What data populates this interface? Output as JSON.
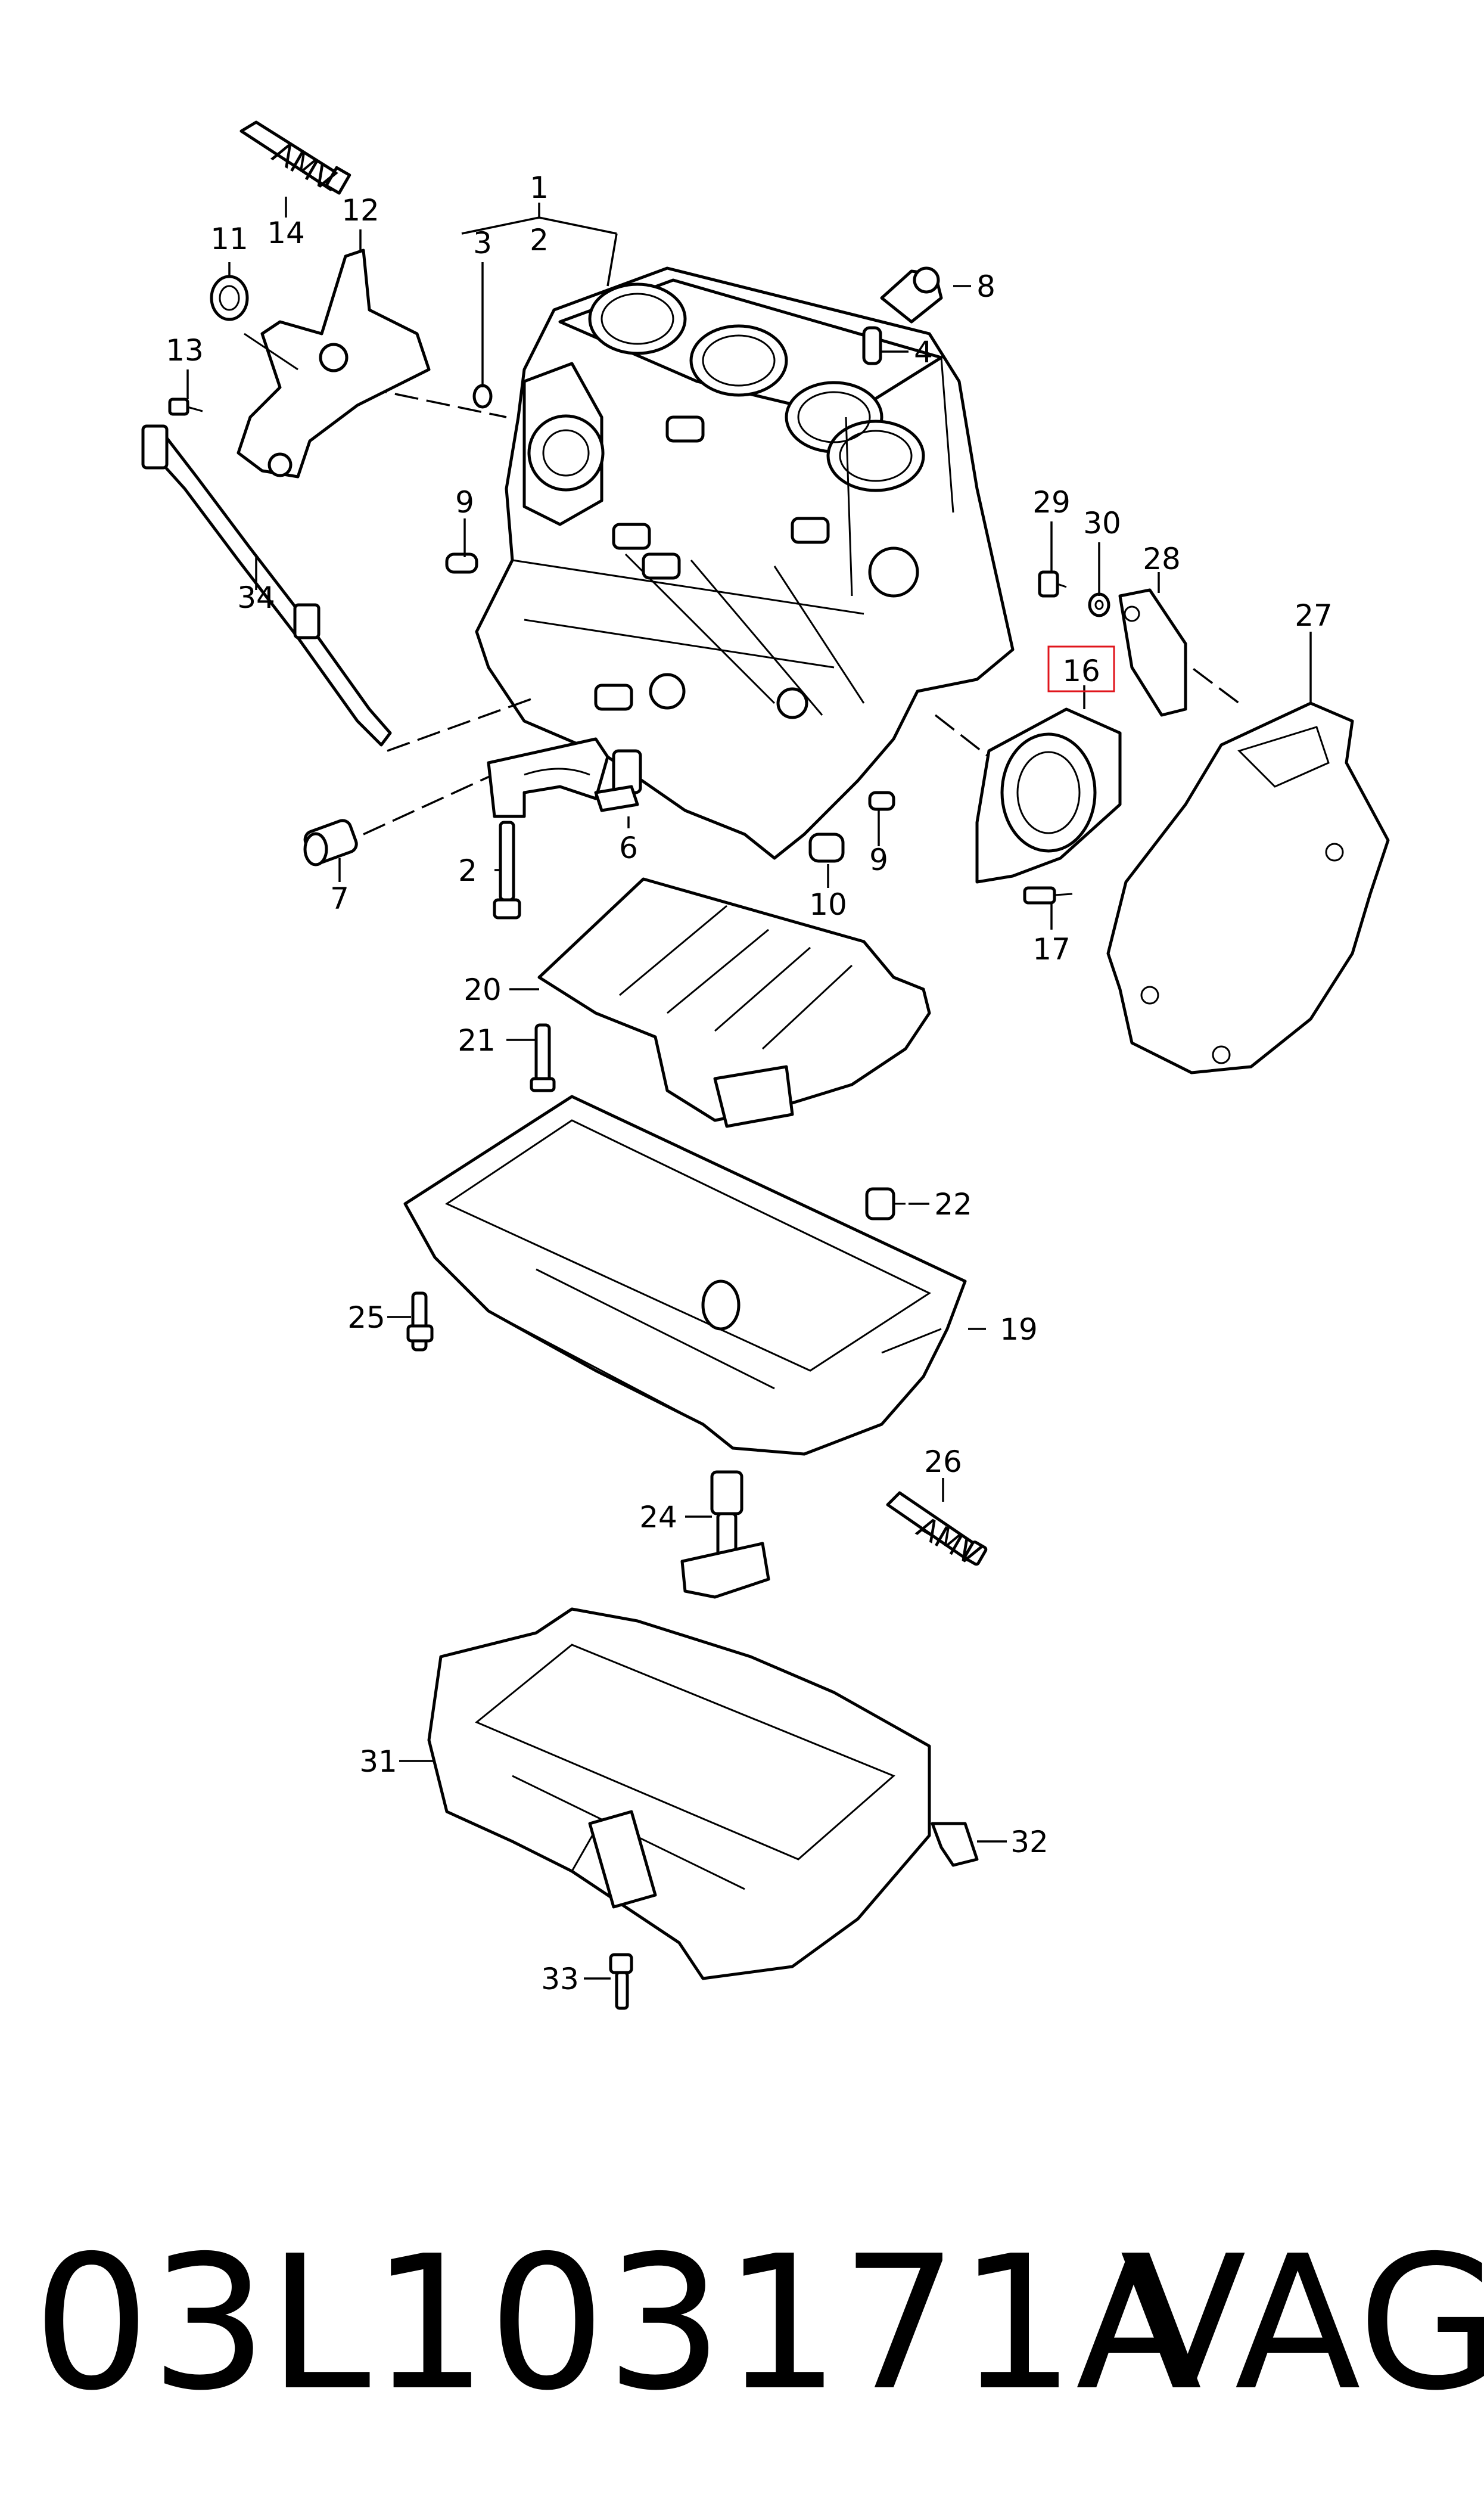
{
  "callouts": {
    "c1": "1",
    "c2": "2",
    "c2b": "2",
    "c3": "3",
    "c4": "4",
    "c6": "6",
    "c7": "7",
    "c8": "8",
    "c9a": "9",
    "c9b": "9",
    "c10": "10",
    "c11": "11",
    "c12": "12",
    "c13": "13",
    "c14": "14",
    "c16": "16",
    "c17": "17",
    "c19": "19",
    "c20": "20",
    "c21": "21",
    "c22": "22",
    "c24": "24",
    "c25": "25",
    "c26": "26",
    "c27": "27",
    "c28": "28",
    "c29": "29",
    "c30": "30",
    "c31": "31",
    "c32": "32",
    "c33": "33",
    "c34": "34"
  },
  "tube_label": "AMV",
  "highlight_color": "#e0151c",
  "footer": {
    "part_number": "03L103171A",
    "brand": "VAG"
  }
}
